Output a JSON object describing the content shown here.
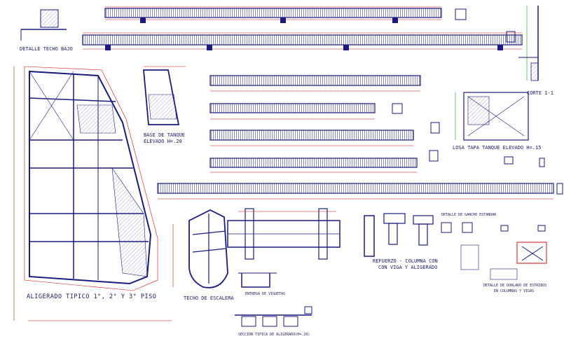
{
  "colors": {
    "background": "#ffffff",
    "structure": "#1a1a80",
    "dimension": "#d01010",
    "annotation": "#10a010",
    "hatch": "#7070a0",
    "text": "#1a1a66"
  },
  "labels": {
    "detalle_techo": "DETALLE TECHO BAJO",
    "base_tanque_1": "BASE DE TANQUE",
    "base_tanque_2": "ELEVADO  H=.20",
    "aligerado_tipico": "ALIGERADO TIPICO 1°, 2° Y 3° PISO",
    "techo_escalera": "TECHO DE ESCALERA",
    "refuerzo_1": "REFUERZO - COLUMNA CON",
    "refuerzo_2": "CON VIGA Y ALIGERADO",
    "losa_tapa": "LOSA TAPA TANQUE ELEVADO  H=.15",
    "corte": "CORTE 1-1",
    "detalle_doblado_1": "DETALLE DE DOBLADO DE ESTRIBOS",
    "detalle_doblado_2": "EN COLUMNAS Y VIGAS",
    "seccion_tipica": "SECCION TIPICA DE ALIGERADO(H=.20)",
    "detalle_gancho": "DETALLE DE GANCHO ESTANDAR",
    "entrega_viguetas": "ENTREGA DE VIGUETAS"
  }
}
